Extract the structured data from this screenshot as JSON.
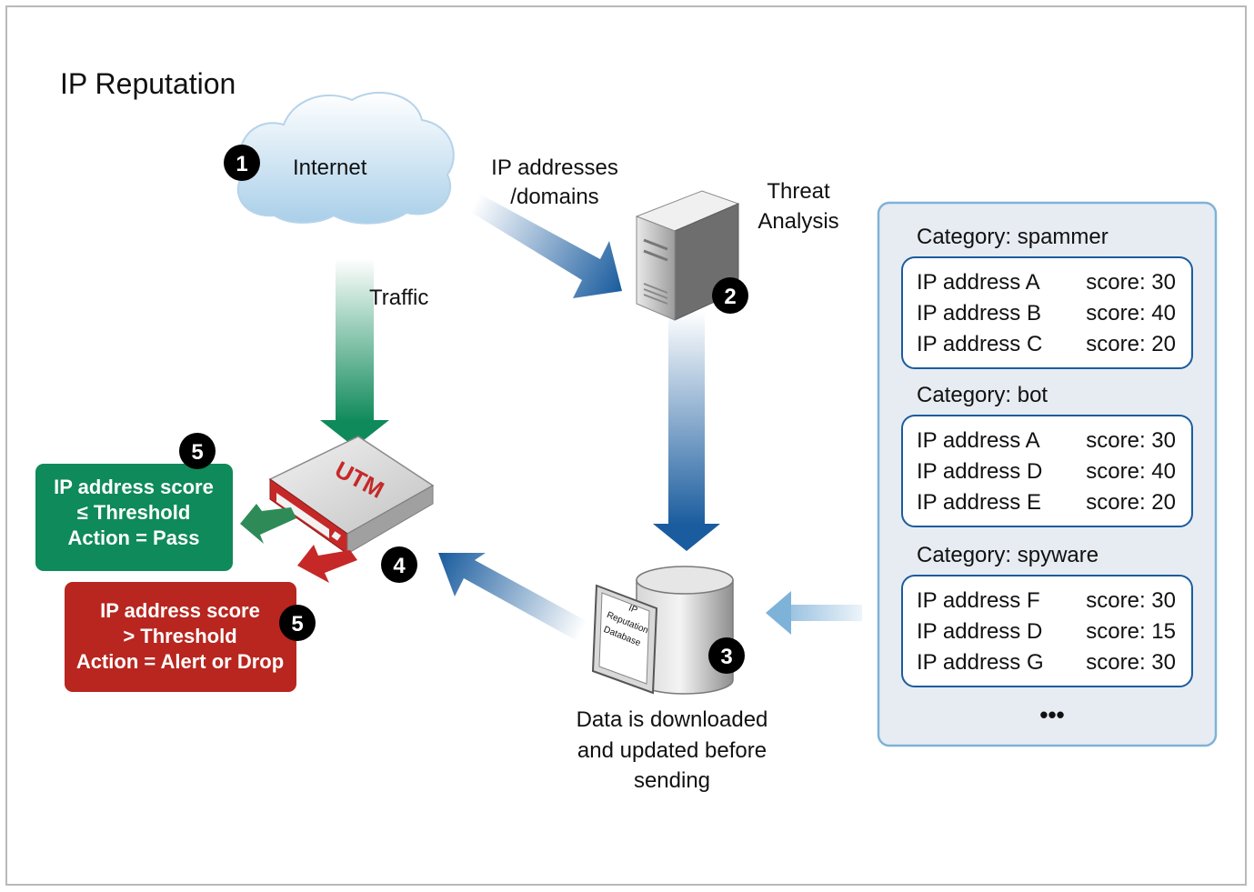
{
  "title": "IP Reputation",
  "internet": {
    "label": "Internet",
    "badge": "1"
  },
  "flow_labels": {
    "ip_domains_line1": "IP addresses",
    "ip_domains_line2": "/domains",
    "traffic": "Traffic"
  },
  "threat_analysis": {
    "line1": "Threat",
    "line2": "Analysis",
    "badge": "2"
  },
  "database": {
    "badge": "3",
    "label_line1": "IP",
    "label_line2": "Reputation",
    "label_line3": "Database",
    "caption_line1": "Data is downloaded",
    "caption_line2": "and updated before",
    "caption_line3": "sending"
  },
  "utm": {
    "label": "UTM",
    "badge": "4"
  },
  "pass_box": {
    "badge": "5",
    "line1": "IP address score",
    "line2": "≤ Threshold",
    "line3": "Action = Pass",
    "color": "#0f8a5a"
  },
  "drop_box": {
    "badge": "5",
    "line1": "IP address score",
    "line2": "> Threshold",
    "line3": "Action = Alert or Drop",
    "color": "#b8261f"
  },
  "categories": [
    {
      "title": "Category: spammer",
      "entries": [
        {
          "ip": "IP address A",
          "score": "score: 30"
        },
        {
          "ip": "IP address B",
          "score": "score: 40"
        },
        {
          "ip": "IP address C",
          "score": "score: 20"
        }
      ]
    },
    {
      "title": "Category: bot",
      "entries": [
        {
          "ip": "IP address A",
          "score": "score: 30"
        },
        {
          "ip": "IP address D",
          "score": "score: 40"
        },
        {
          "ip": "IP address E",
          "score": "score: 20"
        }
      ]
    },
    {
      "title": "Category: spyware",
      "entries": [
        {
          "ip": "IP address F",
          "score": "score: 30"
        },
        {
          "ip": "IP address D",
          "score": "score: 15"
        },
        {
          "ip": "IP address G",
          "score": "score: 30"
        }
      ]
    }
  ],
  "ellipsis": "•••"
}
